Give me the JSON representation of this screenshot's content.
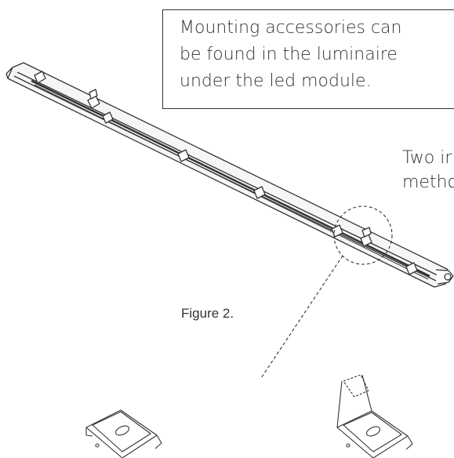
{
  "callout": {
    "lines": [
      "Mounting accessories can",
      "be found in the luminaire",
      "under the led module."
    ]
  },
  "side_text": {
    "line1": "Two ir",
    "line2": "metho"
  },
  "figure_label": "Figure 2.",
  "colors": {
    "line": "#333333",
    "background": "#ffffff"
  }
}
